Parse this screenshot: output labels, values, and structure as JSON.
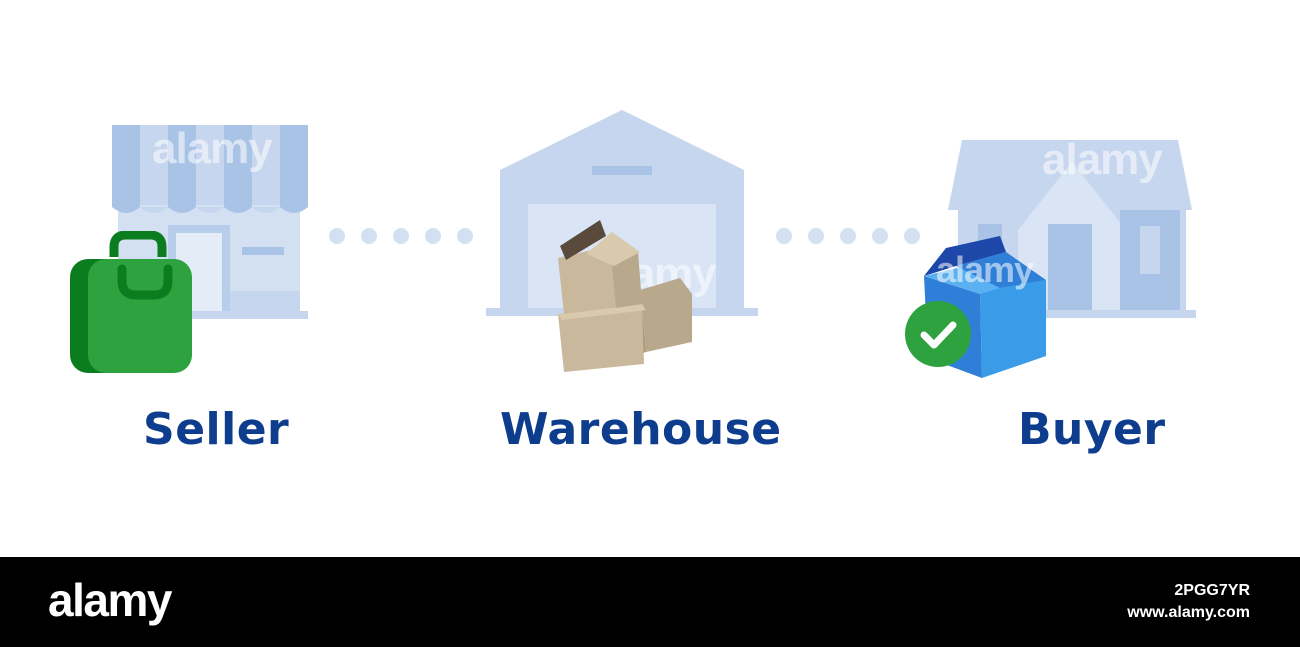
{
  "nodes": [
    {
      "id": "seller",
      "label": "Seller"
    },
    {
      "id": "warehouse",
      "label": "Warehouse"
    },
    {
      "id": "buyer",
      "label": "Buyer"
    }
  ],
  "connectors": [
    {
      "from": "seller",
      "to": "warehouse",
      "dots": 5
    },
    {
      "from": "warehouse",
      "to": "buyer",
      "dots": 5
    }
  ],
  "watermark": "alamy",
  "footer": {
    "logo": "alamy",
    "image_id": "2PGG7YR",
    "url": "www.alamy.com"
  },
  "colors": {
    "label": "#0d3d8c",
    "building_light": "#c5d6ee",
    "building_mid": "#a9c3e6",
    "dot": "#d3e0f2",
    "bag": "#2ea23e",
    "bag_dark": "#0c7d1f",
    "cardboard": "#c9b89c",
    "package": "#3a9be8",
    "package_dark": "#1d47a8",
    "check_badge": "#2ea23e"
  }
}
